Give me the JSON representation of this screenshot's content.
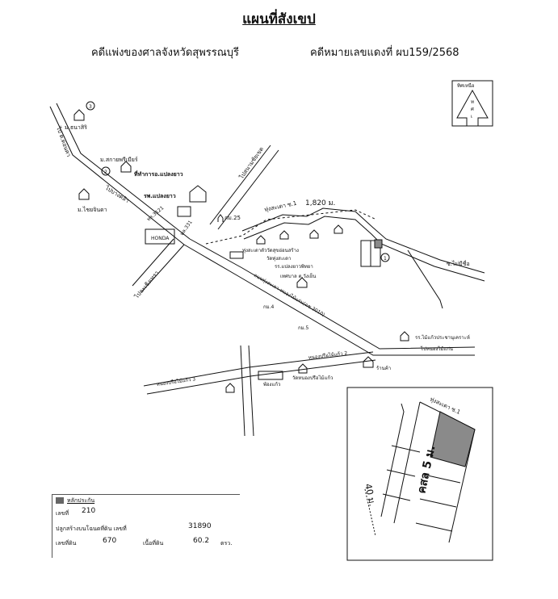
{
  "header": {
    "title": "แผนที่สังเขป",
    "court": "คดีแพ่งของศาลจังหวัดสุพรรณบุรี",
    "case_no": "คดีหมายเลขแดงที่ ผบ159/2568"
  },
  "north_arrow": {
    "text_top": "ทิศเหนือ",
    "chars": [
      "ท",
      "ศ",
      "เ"
    ]
  },
  "labels": {
    "to_x": "ไป ต.ดอนคา",
    "ban_thani": "ม.ธนาสิริ",
    "ban_skai": "ม.สกายพรีเมียร์",
    "amphoe_office": "ที่ทำการอ.แปลงยาว",
    "hospital": "รพ.แปลงยาว",
    "ban_chai": "ม.ไชยจินดา",
    "to_nongpla": "ไปบางคล้า",
    "hwy_3121": "ทล.3121",
    "hwy_331": "ทล.331",
    "honda": "HONDA",
    "to_chachoengsao": "ไปฉะเชิงเทรา",
    "to_sanamchai": "ไปสนามชัยเขต",
    "km25": "กม.25",
    "distance": "1,820 ม.",
    "thungsadao1": "ทุ่งสะเดา ซ.1",
    "wat_a": "ทุ่งสะเดาตัววัดสุขอ่อนสร้าง",
    "wat_b": "วัดทุ่งสะเดา",
    "school_a": "รร.แปลงยาวพิทยา",
    "tessaban": "เทศบาล ต.วังเย็น",
    "circle_marker": "1",
    "soi_mai": "ซ.ไม่มีชื่อ",
    "road_main": "ถนนทุ่งสะเดา-หนองไม้แก่น(ฉช.3010)",
    "km4": "กม.4",
    "km5": "กม.5",
    "school_b": "รร.ไม้แก้วประชานุเคราะห์",
    "to_nongmaikaen": "ไปหนองไม้แก่น",
    "nongprue2": "หนองปรือไม้แก้ว 2",
    "shop": "ร้านค้า",
    "nongprue3": "หนองปรือไม้แก้ว 3",
    "bridge": "พ้องแก้ว",
    "wat_nongprue": "วัดหนองปรือไม้แก้ว",
    "marker3": "3",
    "marker2": "2"
  },
  "inset": {
    "road": "ทุ่งสะเดา ซ.1",
    "soi": "คสล 5 ม.",
    "dimension": "40 ม."
  },
  "legend": {
    "title": "หลักประกัน",
    "deed_label": "เลขที่",
    "deed_value": "210",
    "building_label": "ปลูกสร้างบนโฉนดที่ดิน เลขที่",
    "building_value": "31890",
    "land_label": "เลขที่ดิน",
    "land_value": "670",
    "area_label": "เนื้อที่ดิน",
    "area_value": "60.2",
    "area_unit": "ตรว."
  },
  "colors": {
    "ink": "#111111",
    "plot": "#8a8a8a",
    "legend_swatch": "#666666"
  }
}
